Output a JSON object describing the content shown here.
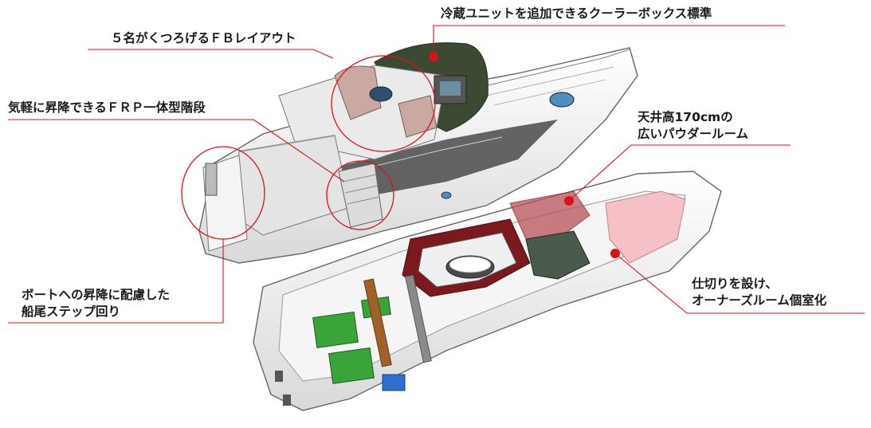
{
  "callouts": {
    "cooler": {
      "text": "冷蔵ユニットを追加できるクーラーボックス標準"
    },
    "fb_layout": {
      "text": "５名がくつろげるＦＢレイアウト"
    },
    "stairs": {
      "text": "気軽に昇降できるＦＲＰ一体型階段"
    },
    "powder_room": {
      "line1": "天井高170cmの",
      "line2": "広いパウダールーム"
    },
    "owner_room": {
      "line1": "仕切りを設け、",
      "line2": "オーナーズルーム個室化"
    },
    "stern_steps": {
      "line1": "ボートへの昇降に配慮した",
      "line2": "船尾ステップ回り"
    }
  },
  "colors": {
    "accent": "#d7141b",
    "leader_line": "#d7141b",
    "hull": "#f2f2f2",
    "outline": "#555555",
    "hardtop": "#3c4a33",
    "interior_red": "#7a1a1f",
    "engine_green": "#3aa33a",
    "pink_room": "#f6c1c6"
  }
}
